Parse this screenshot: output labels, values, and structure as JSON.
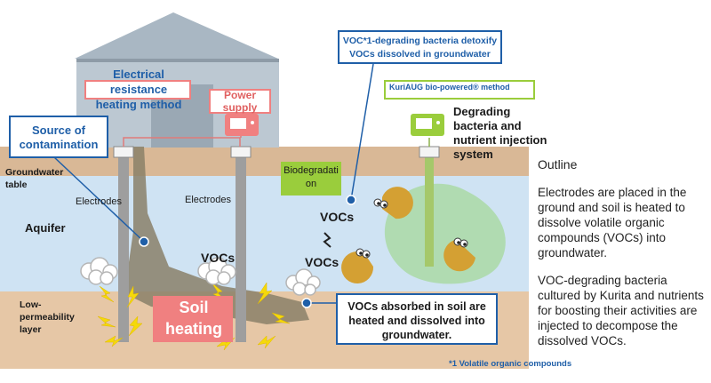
{
  "labels": {
    "electrical_heating": "Electrical resistance heating method",
    "power_supply": "Power supply",
    "source_contamination": "Source of contamination",
    "groundwater_table": "Groundwater table",
    "electrodes_left": "Electrodes",
    "electrodes_mid": "Electrodes",
    "aquifer": "Aquifer",
    "low_permeability": "Low-permeability layer",
    "vocs_mid": "VOCs",
    "vocs_upper_right": "VOCs",
    "vocs_lower_right": "VOCs",
    "soil_heating": "Soil heating",
    "biodegradation": "Biodegradation",
    "voc_bacteria_callout": "VOC*1-degrading bacteria detoxify VOCs dissolved in groundwater",
    "kuriaug_method": "KuriAUG bio-powered® method",
    "degrading_system": "Degrading bacteria and nutrient injection system",
    "vocs_absorbed_callout": "VOCs absorbed in soil are heated and dissolved into groundwater.",
    "footnote": "*1 Volatile organic compounds"
  },
  "outline": {
    "title": "Outline",
    "paragraph1": "Electrodes are placed in the ground and soil is heated to dissolve volatile organic compounds (VOCs)  into groundwater.",
    "paragraph2": "VOC-degrading bacteria cultured by Kurita and nutrients for boosting their activities are injected to decompose the dissolved VOCs."
  },
  "colors": {
    "accent_blue": "#1f5fa8",
    "ground_tan": "#d9b896",
    "aquifer_blue": "#cfe3f3",
    "heating_red": "#f08080",
    "kuriaug_green": "#9acd3c",
    "bacteria_orange": "#d4a033"
  },
  "icons": [
    "building-icon",
    "power-supply-icon",
    "injection-system-icon",
    "bacteria-icon",
    "lightning-icon",
    "vapor-cloud-icon"
  ]
}
